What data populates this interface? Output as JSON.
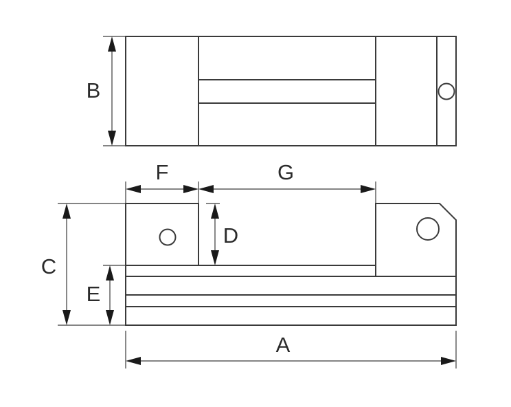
{
  "labels": {
    "A": "A",
    "B": "B",
    "C": "C",
    "D": "D",
    "E": "E",
    "F": "F",
    "G": "G"
  },
  "colors": {
    "line": "#3a3a3a",
    "arrow": "#1a1a1a",
    "text": "#2b2b2b",
    "background": "#ffffff"
  }
}
